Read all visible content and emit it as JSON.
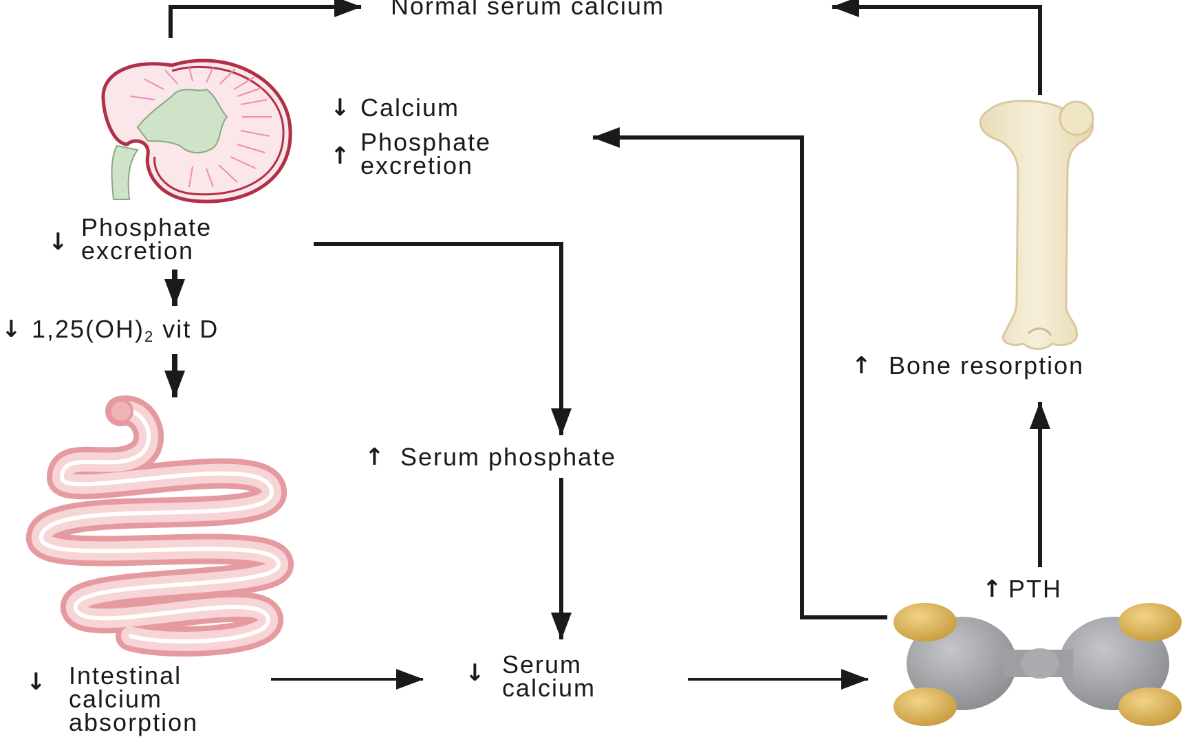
{
  "labels": {
    "normal_serum_calcium": "Normal serum calcium",
    "kidney_calcium": "Calcium",
    "kidney_phosphate_excretion": [
      "Phosphate",
      "excretion"
    ],
    "phosphate_excretion": [
      "Phosphate",
      "excretion"
    ],
    "vit_d_prefix": "1,25(OH)",
    "vit_d_sub": "2",
    "vit_d_suffix": " vit D",
    "serum_phosphate": "Serum phosphate",
    "intestinal_absorption": [
      "Intestinal",
      "calcium",
      "absorption"
    ],
    "serum_calcium": [
      "Serum",
      "calcium"
    ],
    "pth": "PTH",
    "bone_resorption": "Bone resorption"
  },
  "indicators": {
    "up": "↑",
    "down": "↓"
  },
  "colors": {
    "arrow": "#1a1a1a",
    "kidney_outline": "#b03048",
    "kidney_fill": "#fbe6ea",
    "kidney_pelvis": "#cfe3c8",
    "intestine": "#f0b3b6",
    "bone": "#f3e8c9",
    "parathyroid_gray": "#a6a8ab",
    "parathyroid_gland": "#d9b25c"
  },
  "icons": [
    "kidney-icon",
    "bone-icon",
    "intestine-icon",
    "parathyroid-icon"
  ]
}
